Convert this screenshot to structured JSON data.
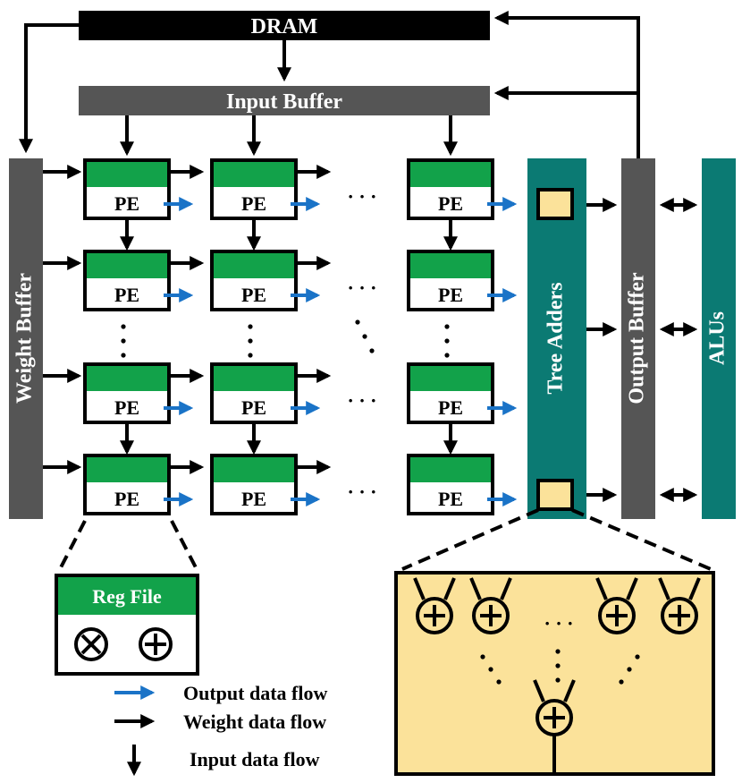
{
  "blocks": {
    "dram": "DRAM",
    "input_buffer": "Input Buffer",
    "weight_buffer": "Weight Buffer",
    "tree_adders": "Tree Adders",
    "output_buffer": "Output Buffer",
    "alus": "ALUs"
  },
  "pe_label": "PE",
  "ellipsis": "· · ·",
  "reg_file": {
    "title": "Reg File",
    "multiply_symbol": "⊗",
    "add_symbol": "⊕"
  },
  "legend": [
    {
      "label": "Output data flow",
      "color": "#1a73c7"
    },
    {
      "label": "Weight data flow",
      "color": "#000000"
    },
    {
      "label": "Input data flow",
      "color": "#000000"
    }
  ],
  "colors": {
    "dram": "#000000",
    "buffer_gray": "#555555",
    "teal": "#0b7a73",
    "pe_green": "#12a24a",
    "adder_fill": "#fbe29a",
    "output_arrow": "#1a73c7"
  }
}
